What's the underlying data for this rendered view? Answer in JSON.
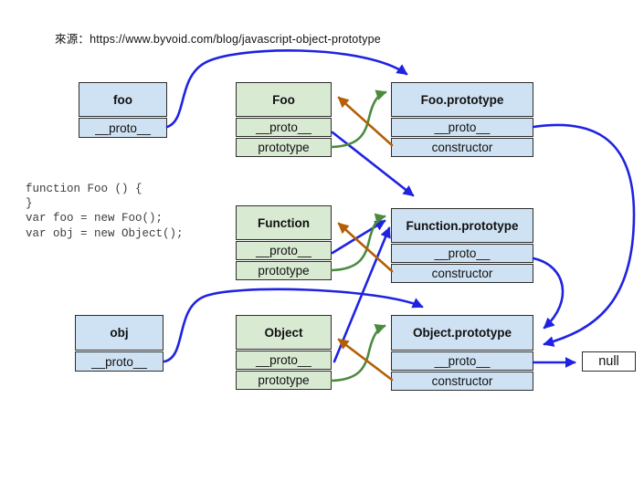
{
  "source_note": "來源：https://www.byvoid.com/blog/javascript-object-prototype",
  "code": {
    "lines": "function Foo () {\n}\nvar foo = new Foo();\nvar obj = new Object();"
  },
  "colors": {
    "instance_fill": "#cfe2f3",
    "constructor_fill": "#d9ead3",
    "box_border": "#2d2d2d",
    "proto_arrow": "#1f22e2",
    "prototype_arrow": "#4a8b3e",
    "constructor_arrow": "#b45f06"
  },
  "boxes": {
    "foo": {
      "title": "foo",
      "rows": [
        "__proto__"
      ]
    },
    "obj": {
      "title": "obj",
      "rows": [
        "__proto__"
      ]
    },
    "Foo": {
      "title": "Foo",
      "rows": [
        "__proto__",
        "prototype"
      ]
    },
    "Function": {
      "title": "Function",
      "rows": [
        "__proto__",
        "prototype"
      ]
    },
    "Object": {
      "title": "Object",
      "rows": [
        "__proto__",
        "prototype"
      ]
    },
    "FooPrototype": {
      "title": "Foo.prototype",
      "rows": [
        "__proto__",
        "constructor"
      ]
    },
    "FunctionPrototype": {
      "title": "Function.prototype",
      "rows": [
        "__proto__",
        "constructor"
      ]
    },
    "ObjectPrototype": {
      "title": "Object.prototype",
      "rows": [
        "__proto__",
        "constructor"
      ]
    },
    "nullBox": {
      "title": "null",
      "rows": []
    }
  },
  "edges": [
    {
      "from": "foo.__proto__",
      "to": "Foo.prototype",
      "kind": "proto"
    },
    {
      "from": "Foo.__proto__",
      "to": "Function.prototype",
      "kind": "proto"
    },
    {
      "from": "Function.__proto__",
      "to": "Function.prototype",
      "kind": "proto"
    },
    {
      "from": "Object.__proto__",
      "to": "Function.prototype",
      "kind": "proto"
    },
    {
      "from": "obj.__proto__",
      "to": "Object.prototype",
      "kind": "proto"
    },
    {
      "from": "Foo.prototype.__proto__",
      "to": "Object.prototype",
      "kind": "proto"
    },
    {
      "from": "Function.prototype.__proto__",
      "to": "Object.prototype",
      "kind": "proto"
    },
    {
      "from": "Object.prototype.__proto__",
      "to": "null",
      "kind": "proto"
    },
    {
      "from": "Foo.prototype-property",
      "to": "Foo.prototype",
      "kind": "prototype"
    },
    {
      "from": "Function.prototype-property",
      "to": "Function.prototype",
      "kind": "prototype"
    },
    {
      "from": "Object.prototype-property",
      "to": "Object.prototype",
      "kind": "prototype"
    },
    {
      "from": "Foo.prototype.constructor",
      "to": "Foo",
      "kind": "constructor"
    },
    {
      "from": "Function.prototype.constructor",
      "to": "Function",
      "kind": "constructor"
    },
    {
      "from": "Object.prototype.constructor",
      "to": "Object",
      "kind": "constructor"
    }
  ]
}
